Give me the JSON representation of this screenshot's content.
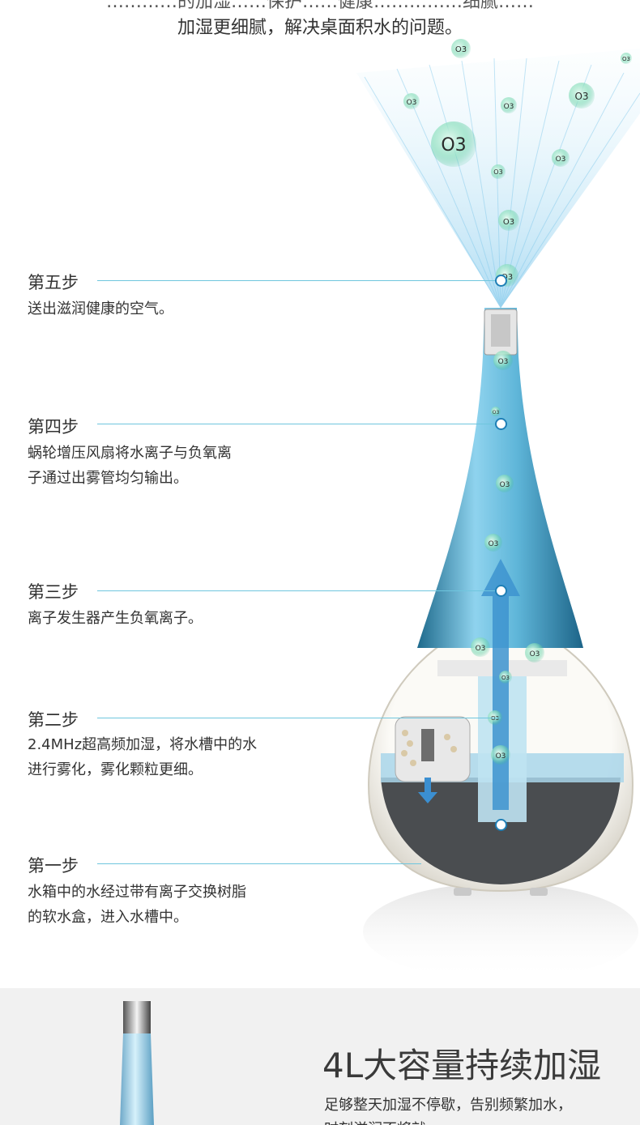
{
  "header": {
    "line_cut": "…………的加湿……保护……健康……………细腻……",
    "line_main": "加湿更细腻，解决桌面积水的问题。"
  },
  "molecule_label": "O3",
  "steps": [
    {
      "title": "第五步",
      "desc": [
        "送出滋润健康的空气。"
      ]
    },
    {
      "title": "第四步",
      "desc": [
        "蜗轮增压风扇将水离子与负氧离",
        "子通过出雾管均匀输出。"
      ]
    },
    {
      "title": "第三步",
      "desc": [
        "离子发生器产生负氧离子。"
      ]
    },
    {
      "title": "第二步",
      "desc": [
        "2.4MHz超高频加湿，将水槽中的水",
        "进行雾化，雾化颗粒更细。"
      ]
    },
    {
      "title": "第一步",
      "desc": [
        "水箱中的水经过带有离子交换树脂",
        "的软水盒，进入水槽中。"
      ]
    }
  ],
  "feature": {
    "title": "4L大容量持续加湿",
    "desc_line1": "足够整天加湿不停歇，告别频繁加水，",
    "desc_line2": "时刻滋润不将就"
  },
  "colors": {
    "leader": "#6fc6de",
    "dot": "#1f7fb6",
    "mist": "#8fd0ee",
    "ozone": "#3fbf8e",
    "body_shell": "#f2f0ea",
    "bottom_bg": "#f1f1f1"
  }
}
